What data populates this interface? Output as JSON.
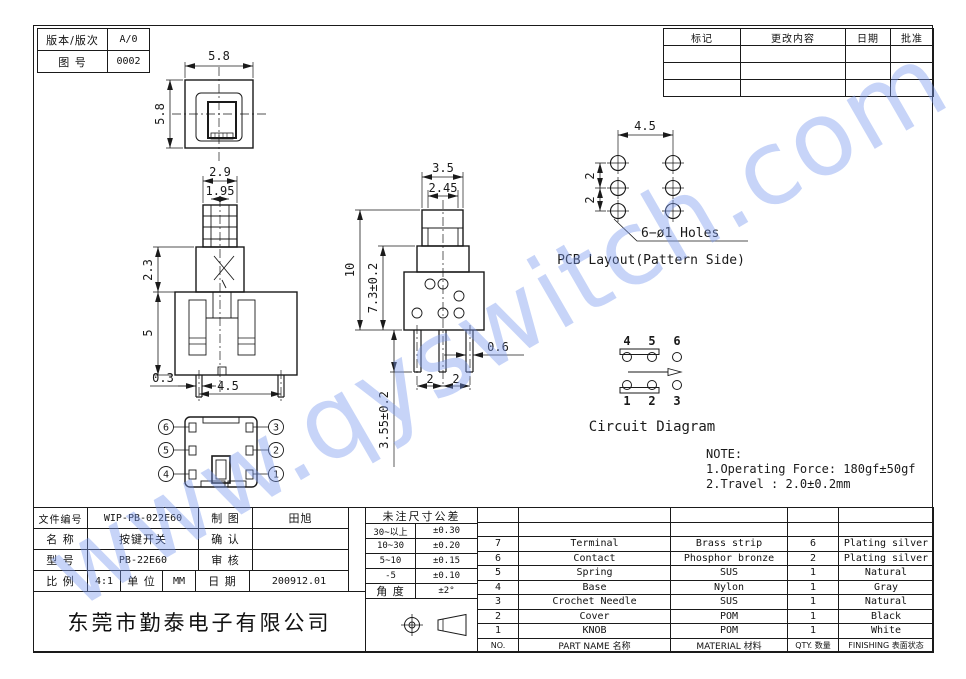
{
  "company": "东莞市勤泰电子有限公司",
  "watermark": "www.qyswitch.com",
  "version_table": {
    "rows": [
      {
        "label": "版本/版次",
        "value": "A/0"
      },
      {
        "label": "图 号",
        "value": "0002"
      }
    ]
  },
  "revision_table": {
    "headers": [
      "标记",
      "更改内容",
      "日期",
      "批准"
    ]
  },
  "views": {
    "top_view": {
      "dim_width": "5.8",
      "dim_height": "5.8"
    },
    "front_view": {
      "dims": {
        "knob_outer": "2.9",
        "knob_inner": "1.95",
        "collar_height": "2.3",
        "body_height": "5",
        "pin_width": "0.3",
        "pin_spacing": "4.5"
      }
    },
    "side_view": {
      "dims": {
        "knob_outer": "3.5",
        "knob_inner": "2.45",
        "total_height": "10",
        "upper_height": "7.3±0.2",
        "pin_length": "3.55±0.2",
        "pin_width": "0.6",
        "pin_pitch_a": "2",
        "pin_pitch_b": "2"
      }
    },
    "bottom_view": {
      "pins_left": [
        "6",
        "5",
        "4"
      ],
      "pins_right": [
        "3",
        "2",
        "1"
      ]
    },
    "pcb_layout": {
      "dim_h": "4.5",
      "dim_v1": "2",
      "dim_v2": "2",
      "holes_label": "6−ø1 Holes",
      "caption": "PCB Layout(Pattern Side)"
    },
    "circuit": {
      "top_pins": [
        "4",
        "5",
        "6"
      ],
      "bottom_pins": [
        "1",
        "2",
        "3"
      ],
      "caption": "Circuit Diagram"
    },
    "note": {
      "title": "NOTE:",
      "lines": [
        "1.Operating Force: 180gf±50gf",
        "2.Travel : 2.0±0.2mm"
      ]
    }
  },
  "title_block": {
    "doc_no_label": "文件编号",
    "doc_no": "WIP-PB-022E60",
    "drawn_label": "制 图",
    "drawn": "田旭",
    "name_label": "名 称",
    "name": "按键开关",
    "confirm_label": "确 认",
    "confirm": "",
    "model_label": "型 号",
    "model": "PB-22E60",
    "review_label": "审 核",
    "review": "",
    "scale_label": "比 例",
    "scale": "4:1",
    "unit_label": "单 位",
    "unit": "MM",
    "date_label": "日 期",
    "date": "200912.01"
  },
  "tolerance_table": {
    "title": "未注尺寸公差",
    "rows": [
      [
        "30~以上",
        "±0.30"
      ],
      [
        "10~30",
        "±0.20"
      ],
      [
        "5~10",
        "±0.15"
      ],
      [
        "-5",
        "±0.10"
      ],
      [
        "角 度",
        "±2°"
      ]
    ]
  },
  "bom": {
    "headers": [
      "NO.",
      "PART NAME 名称",
      "MATERIAL 材料",
      "QTY. 数量",
      "FINISHING 表面状态"
    ],
    "rows": [
      [
        "7",
        "Terminal",
        "Brass strip",
        "6",
        "Plating silver"
      ],
      [
        "6",
        "Contact",
        "Phosphor bronze",
        "2",
        "Plating silver"
      ],
      [
        "5",
        "Spring",
        "SUS",
        "1",
        "Natural"
      ],
      [
        "4",
        "Base",
        "Nylon",
        "1",
        "Gray"
      ],
      [
        "3",
        "Crochet Needle",
        "SUS",
        "1",
        "Natural"
      ],
      [
        "2",
        "Cover",
        "POM",
        "1",
        "Black"
      ],
      [
        "1",
        "KNOB",
        "POM",
        "1",
        "White"
      ]
    ]
  }
}
